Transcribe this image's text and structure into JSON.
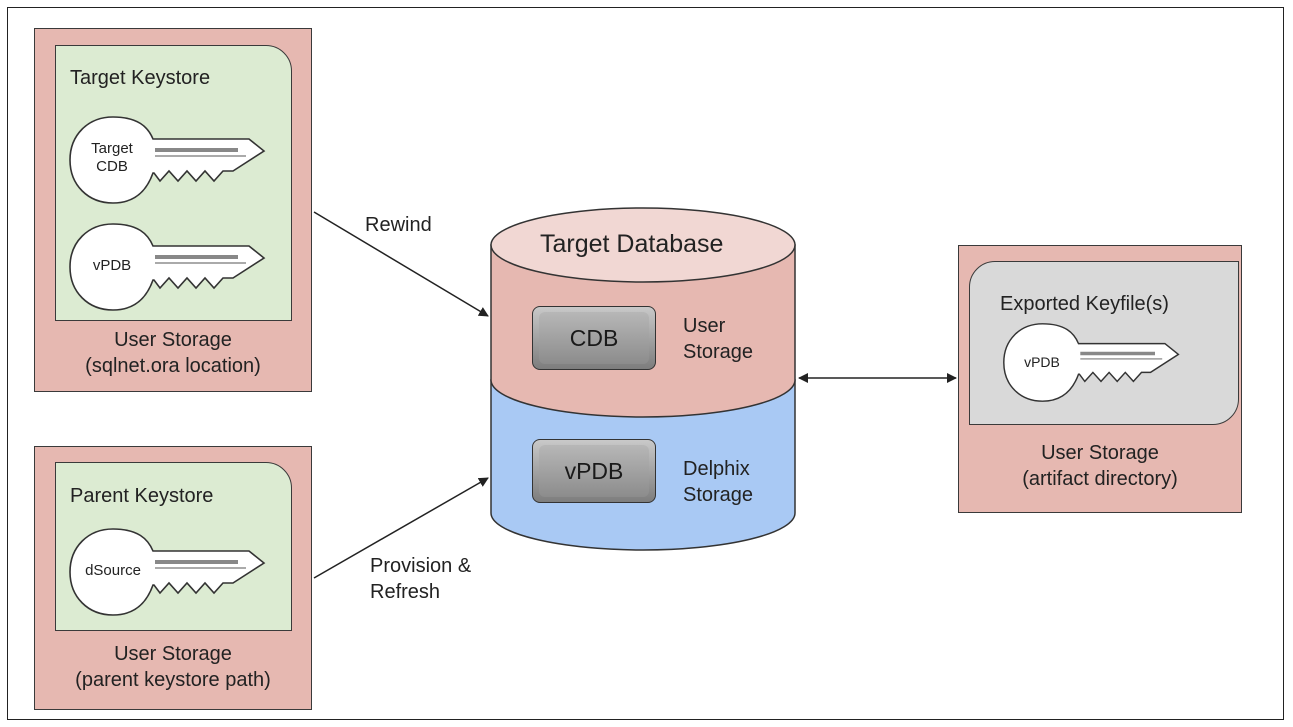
{
  "target_keystore": {
    "title": "Target Keystore",
    "keys": [
      {
        "line1": "Target",
        "line2": "CDB"
      },
      {
        "line1": "vPDB",
        "line2": ""
      }
    ],
    "caption_line1": "User Storage",
    "caption_line2": "(sqlnet.ora location)"
  },
  "parent_keystore": {
    "title": "Parent Keystore",
    "keys": [
      {
        "line1": "dSource",
        "line2": ""
      }
    ],
    "caption_line1": "User Storage",
    "caption_line2": "(parent keystore path)"
  },
  "database": {
    "title": "Target Database",
    "upper_chip": "CDB",
    "upper_label_line1": "User",
    "upper_label_line2": "Storage",
    "lower_chip": "vPDB",
    "lower_label_line1": "Delphix",
    "lower_label_line2": "Storage"
  },
  "exported": {
    "title": "Exported Keyfile(s)",
    "key": {
      "line1": "vPDB",
      "line2": ""
    },
    "caption_line1": "User Storage",
    "caption_line2": "(artifact directory)"
  },
  "arrows": {
    "rewind": "Rewind",
    "provision_line1": "Provision &",
    "provision_line2": "Refresh"
  },
  "colors": {
    "storage_panel": "#e6b8b1",
    "keystore": "#dcebd2",
    "exported_box": "#d9d9d9",
    "db_top": "#f1d7d3",
    "db_user_storage": "#e6b8b1",
    "db_delphix_storage": "#a9c9f4"
  }
}
